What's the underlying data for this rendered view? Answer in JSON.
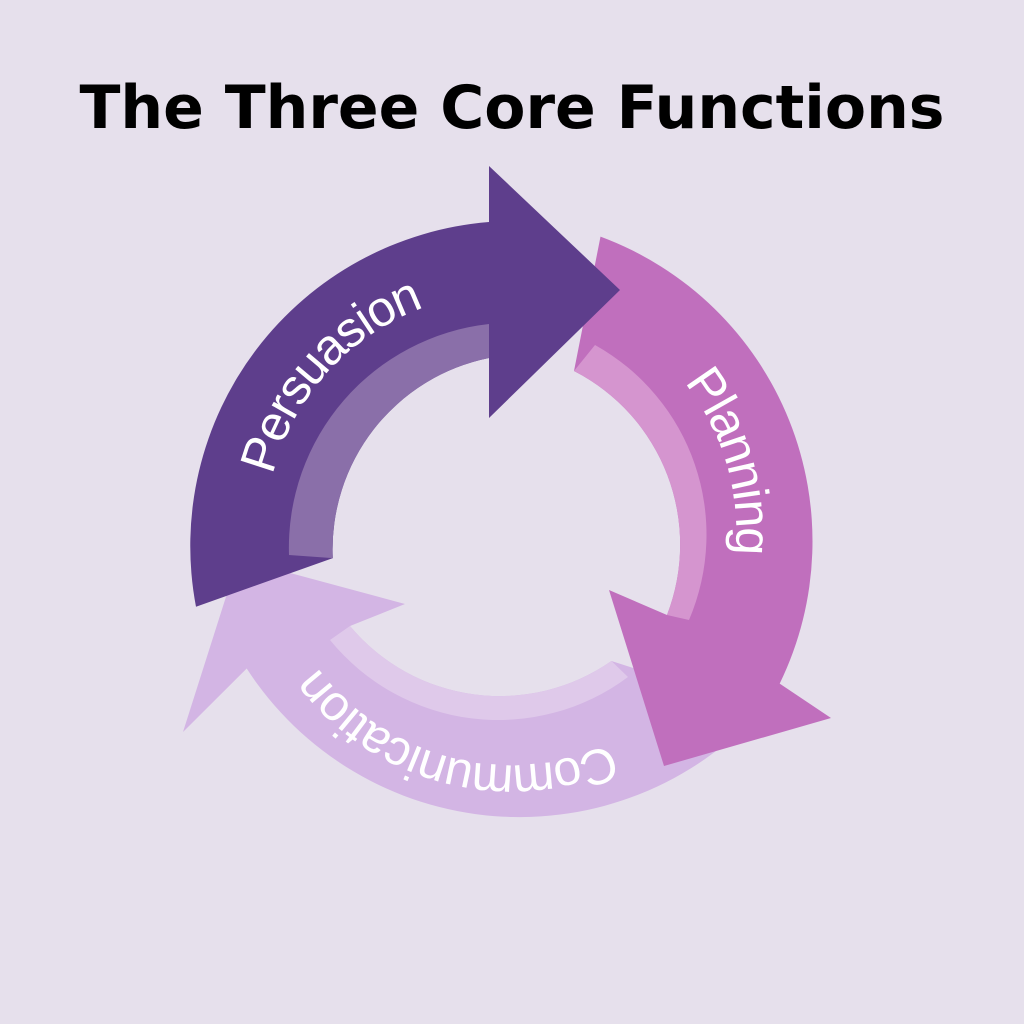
{
  "title": "The Three Core Functions",
  "segments": [
    {
      "label": "Persuasion",
      "outer_color": "#5e3e8c",
      "inner_color": "#8a6fa9"
    },
    {
      "label": "Planning",
      "outer_color": "#c06fbd",
      "inner_color": "#d595cf"
    },
    {
      "label": "Communication",
      "outer_color": "#d3b5e4",
      "inner_color": "#dfc9ea"
    }
  ],
  "colors": {
    "background": "#e6e0ec",
    "title": "#000000",
    "label_text": "#ffffff"
  }
}
